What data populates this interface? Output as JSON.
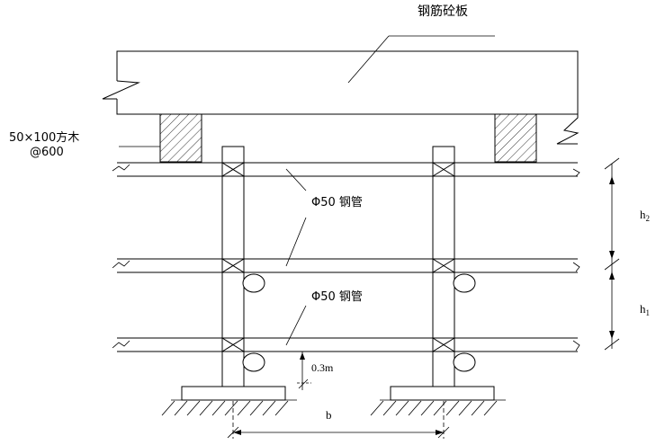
{
  "labels": {
    "slab": "钢筋砼板",
    "timber_size": "50×100方木",
    "timber_spacing": "@600",
    "pipe_upper": "Φ50 钢管",
    "pipe_lower": "Φ50 钢管",
    "h2_base": "h",
    "h2_sub": "2",
    "h1_base": "h",
    "h1_sub": "1",
    "bottom_gap": "0.3m",
    "spacing_b": "b"
  }
}
